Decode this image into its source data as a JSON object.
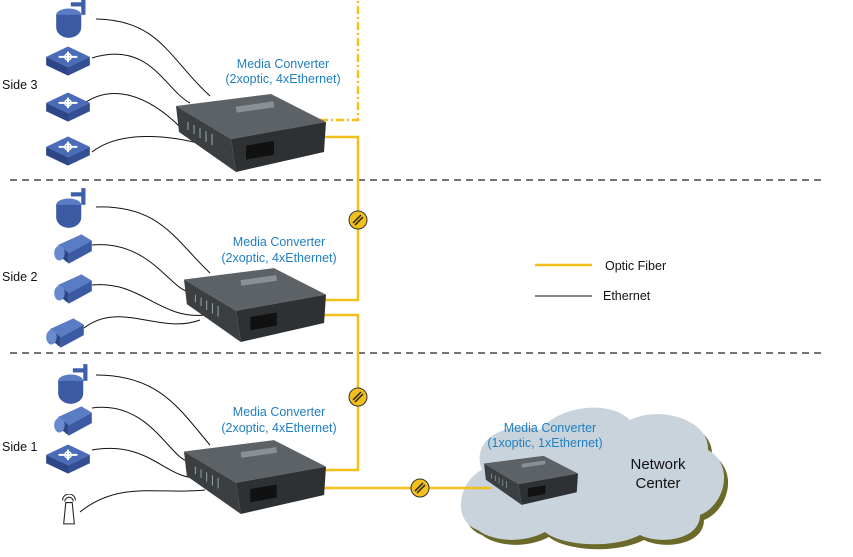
{
  "sides": [
    {
      "label": "Side 3"
    },
    {
      "label": "Side 2"
    },
    {
      "label": "Side 1"
    }
  ],
  "converters": {
    "side3": {
      "line1": "Media Converter",
      "line2": "(2xoptic, 4xEthernet)"
    },
    "side2": {
      "line1": "Media Converter",
      "line2": "(2xoptic, 4xEthernet)"
    },
    "side1": {
      "line1": "Media Converter",
      "line2": "(2xoptic, 4xEthernet)"
    },
    "center": {
      "line1": "Media Converter",
      "line2": "(1xoptic, 1xEthernet)"
    }
  },
  "network_center": {
    "line1": "Network",
    "line2": "Center"
  },
  "legend": {
    "fiber": "Optic Fiber",
    "ethernet": "Ethernet"
  },
  "colors": {
    "fiber": "#f2bf1d",
    "label": "#1f7fc0",
    "device": "#3f5fa8",
    "cloud": "#c9d3dc"
  }
}
